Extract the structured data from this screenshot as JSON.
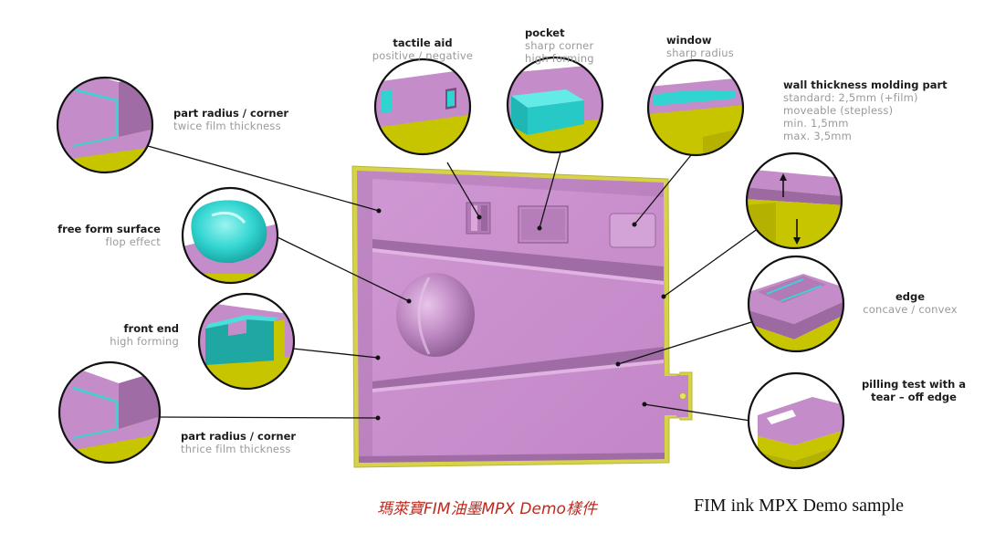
{
  "callouts": {
    "part_radius_top": {
      "title": "part radius / corner",
      "sub": "twice film thickness"
    },
    "free_form": {
      "title": "free form surface",
      "sub": "flop effect"
    },
    "front_end": {
      "title": "front end",
      "sub": "high forming"
    },
    "part_radius_bottom": {
      "title": "part radius / corner",
      "sub": "thrice film thickness"
    },
    "tactile_aid": {
      "title": "tactile aid",
      "sub": "positive / negative"
    },
    "pocket": {
      "title": "pocket",
      "sub1": "sharp corner",
      "sub2": "high forming"
    },
    "window": {
      "title": "window",
      "sub": "sharp radius"
    },
    "wall_thickness": {
      "title": "wall thickness molding part",
      "sub1": "standard: 2,5mm (+film)",
      "sub2": "moveable (stepless)",
      "sub3": "min. 1,5mm",
      "sub4": "max. 3,5mm"
    },
    "edge": {
      "title": "edge",
      "sub": "concave / convex"
    },
    "pilling_test": {
      "title1": "pilling test with a",
      "title2": "tear – off edge"
    }
  },
  "captions": {
    "chinese": "瑪萊寶FIM油墨MPX Demo樣件",
    "english": "FIM ink MPX Demo sample"
  },
  "colors": {
    "part_pink": "#c98fcd",
    "part_shadow": "#9c6aa0",
    "edge_yellow": "#d6d24a",
    "film_yellow": "#c7c400",
    "cyan": "#2fd3d0",
    "line": "#111111"
  }
}
